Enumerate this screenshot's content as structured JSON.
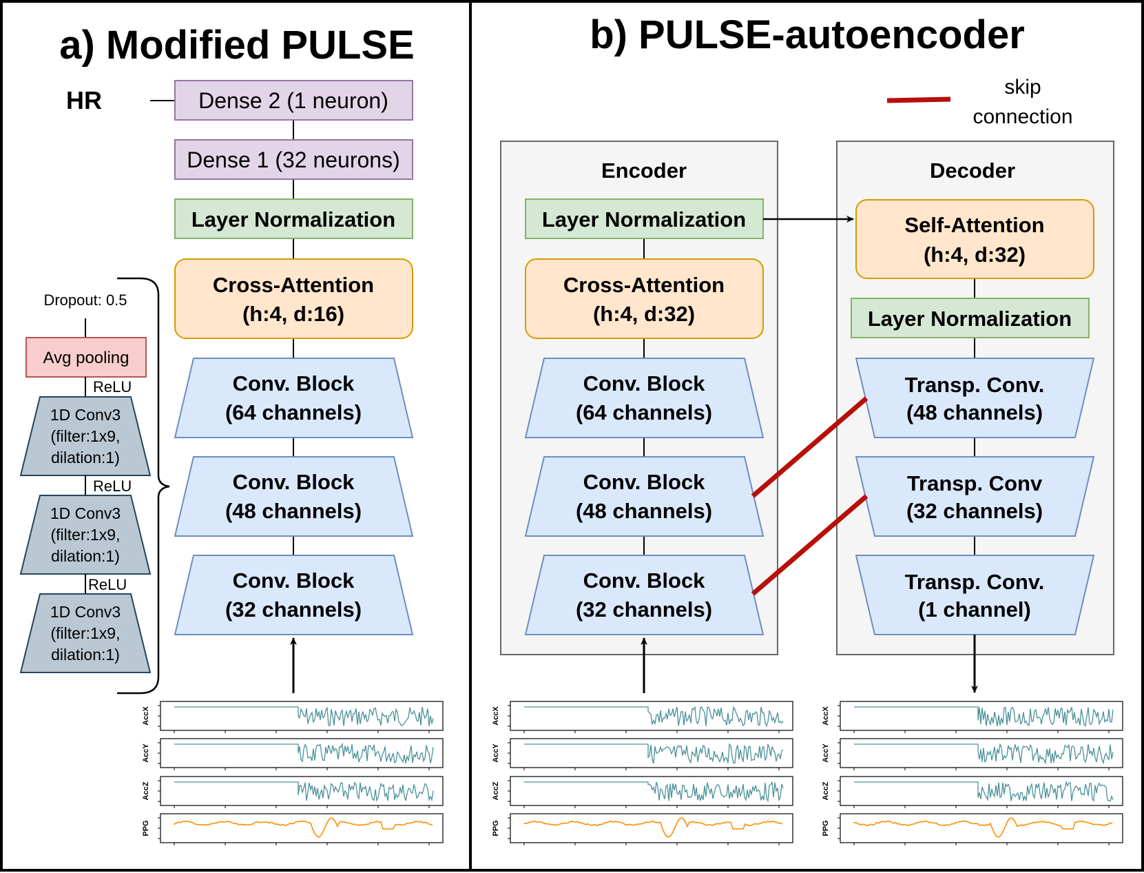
{
  "panel_a": {
    "title": "a) Modified PULSE",
    "hr_label": "HR",
    "dense2": "Dense 2 (1 neuron)",
    "dense1": "Dense 1 (32 neurons)",
    "layernorm": "Layer Normalization",
    "attention": {
      "line1": "Cross-Attention",
      "line2": "(h:4, d:16)"
    },
    "conv_blocks": [
      {
        "line1": "Conv. Block",
        "line2": "(64 channels)"
      },
      {
        "line1": "Conv. Block",
        "line2": "(48 channels)"
      },
      {
        "line1": "Conv. Block",
        "line2": "(32 channels)"
      }
    ],
    "detail": {
      "dropout": "Dropout: 0.5",
      "avgpool": "Avg pooling",
      "relu": "ReLU",
      "conv": {
        "line1": "1D Conv3",
        "line2": "(filter:1x9,",
        "line3": "dilation:1)"
      }
    }
  },
  "panel_b": {
    "title": "b) PULSE-autoencoder",
    "legend": {
      "line1": "skip",
      "line2": "connection",
      "color": "#b80f0a"
    },
    "encoder": {
      "title": "Encoder",
      "layernorm": "Layer Normalization",
      "attention": {
        "line1": "Cross-Attention",
        "line2": "(h:4, d:32)"
      },
      "conv_blocks": [
        {
          "line1": "Conv. Block",
          "line2": "(64 channels)"
        },
        {
          "line1": "Conv. Block",
          "line2": "(48 channels)"
        },
        {
          "line1": "Conv. Block",
          "line2": "(32 channels)"
        }
      ]
    },
    "decoder": {
      "title": "Decoder",
      "attention": {
        "line1": "Self-Attention",
        "line2": "(h:4, d:32)"
      },
      "layernorm": "Layer Normalization",
      "transp_blocks": [
        {
          "line1": "Transp. Conv.",
          "line2": "(48 channels)"
        },
        {
          "line1": "Transp. Conv",
          "line2": "(32 channels)"
        },
        {
          "line1": "Transp. Conv.",
          "line2": "(1 channel)"
        }
      ]
    }
  },
  "signals": {
    "labels": [
      "AccX",
      "AccY",
      "AccZ",
      "PPG"
    ],
    "acc_color": "#4a9098",
    "ppg_color": "#ff8c00"
  },
  "colors": {
    "dense_fill": "#e1d5e7",
    "dense_stroke": "#9673a6",
    "norm_fill": "#d5e8d4",
    "norm_stroke": "#82b366",
    "attn_fill": "#ffe6cc",
    "attn_stroke": "#d79b00",
    "conv_fill": "#dae8fc",
    "conv_stroke": "#6c8ebf",
    "pool_fill": "#f8cecc",
    "pool_stroke": "#b85450",
    "conv1d_fill": "#bac8d3",
    "conv1d_stroke": "#23445d",
    "container_fill": "#f5f5f5",
    "container_stroke": "#666666"
  }
}
